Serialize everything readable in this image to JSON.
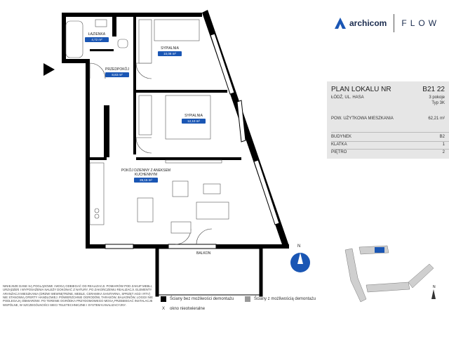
{
  "brand": {
    "name": "archicom",
    "project": "FLOW",
    "accent": "#1a56b4"
  },
  "rooms": [
    {
      "key": "bathroom",
      "name": "ŁAZIENKA",
      "area": "4,72 m²"
    },
    {
      "key": "bedroom1",
      "name": "SYPIALNIA",
      "area": "10,08 m²"
    },
    {
      "key": "hall",
      "name": "PRZEDPOKÓJ",
      "area": "8,83 m²"
    },
    {
      "key": "bedroom2",
      "name": "SYPIALNIA",
      "area": "12,10 m²"
    },
    {
      "key": "living",
      "name": "POKÓJ DZIENNY Z ANEKSEM KUCHENNYM",
      "area": "26,15 m²"
    }
  ],
  "balcony_label": "BALKON",
  "compass_letter": "N",
  "info": {
    "title": "PLAN LOKALU NR",
    "number": "B21 22",
    "address": "ŁÓDŹ, UL. HASA",
    "rooms_count": "3 pokoje",
    "type": "Typ 3K",
    "area_label": "POW. UŻYTKOWA MIESZKANIA",
    "area_value": "62,21 m²",
    "rows": [
      {
        "label": "BUDYNEK",
        "value": "B2"
      },
      {
        "label": "KLATKA",
        "value": "1"
      },
      {
        "label": "PIĘTRO",
        "value": "2"
      }
    ]
  },
  "legend": {
    "wall_fixed": "Ściany bez możliwości demontażu",
    "wall_removable": "Ściany z możliwością demontażu",
    "window_fixed": "okno nieotwieralne",
    "window_mark": "X"
  },
  "disclaimer": "NINIEJSZE DANE SĄ POGLĄDOWE I MOGĄ ODBIEGAĆ OD REALIZACJI. POMIARÓW POD ZAKUP MEBLI, URZĄDZEŃ I WYPOSAŻENIA NALEŻY DOKONAĆ Z NATURY, PO ZAKOŃCZENIU REALIZACJI. ELEMENTY ARANŻACJI MIESZKANIA (DRZWI WEWNĘTRZNE, MEBLE, CERAMIKA SANITARNA, SPRZĘT AGD I RTV) NIE STANOWIĄ OFERTY HANDLOWEJ. POWIERZCHNIE OGRODÓW, TARASÓW, BALKONÓW, LOGGII NIE PODLEGAJĄ OBMIAROWI. PO TERENIE OGRÓDKA PRZYDOMOWEGO MOGĄ PRZEBIEGAĆ INSTALACJE WSPÓLNE, W SZCZEGÓLNOŚCI SIECI TELETECHNICZNE I SYSTEM KANALIZACYJNY."
}
